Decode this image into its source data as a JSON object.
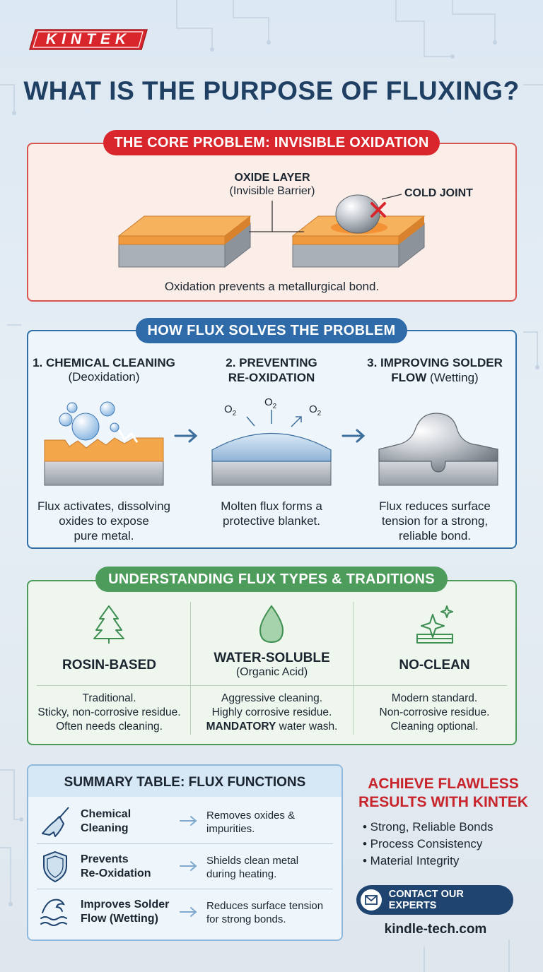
{
  "brand": {
    "logo_text": "KINTEK",
    "accent": "#d8262c",
    "navy": "#1f3f63"
  },
  "title": "WHAT IS THE PURPOSE OF FLUXING?",
  "core_problem": {
    "heading": "THE CORE PROBLEM: INVISIBLE OXIDATION",
    "oxide_label": "OXIDE LAYER",
    "oxide_sub": "(Invisible Barrier)",
    "cold_joint": "COLD JOINT",
    "caption": "Oxidation prevents a metallurgical bond."
  },
  "solution": {
    "heading": "HOW FLUX SOLVES THE PROBLEM",
    "steps": [
      {
        "title_l1": "1. CHEMICAL CLEANING",
        "title_l2": "(Deoxidation)",
        "desc_l1": "Flux activates, dissolving",
        "desc_l2": "oxides to expose",
        "desc_l3": "pure metal."
      },
      {
        "title_l1": "2. PREVENTING",
        "title_l2": "RE-OXIDATION",
        "desc_l1": "Molten flux forms a",
        "desc_l2": "protective blanket."
      },
      {
        "title_l1": "3. IMPROVING SOLDER",
        "title_l2_bold": "FLOW",
        "title_l2_reg": " (Wetting)",
        "desc_l1": "Flux reduces surface",
        "desc_l2": "tension for a strong,",
        "desc_l3": "reliable bond."
      }
    ],
    "o2": "O",
    "o2_sub": "2"
  },
  "types": {
    "heading": "UNDERSTANDING FLUX TYPES & TRADITIONS",
    "items": [
      {
        "name": "ROSIN-BASED",
        "icon": "pine-tree-icon",
        "d1": "Traditional.",
        "d2": "Sticky, non-corrosive residue.",
        "d3": "Often needs cleaning."
      },
      {
        "name": "WATER-SOLUBLE",
        "sub": "(Organic Acid)",
        "icon": "water-drop-icon",
        "d1": "Aggressive cleaning.",
        "d2": "Highly corrosive residue.",
        "d3_bold": "MANDATORY",
        "d3_reg": " water wash."
      },
      {
        "name": "NO-CLEAN",
        "icon": "sparkle-surface-icon",
        "d1": "Modern standard.",
        "d2": "Non-corrosive residue.",
        "d3": "Cleaning optional."
      }
    ]
  },
  "summary": {
    "heading": "SUMMARY TABLE: FLUX FUNCTIONS",
    "rows": [
      {
        "icon": "brush-icon",
        "fn_l1": "Chemical",
        "fn_l2": "Cleaning",
        "res_l1": "Removes oxides &",
        "res_l2": "impurities."
      },
      {
        "icon": "shield-icon",
        "fn_l1": "Prevents",
        "fn_l2": "Re-Oxidation",
        "res_l1": "Shields clean metal",
        "res_l2": "during heating."
      },
      {
        "icon": "wave-icon",
        "fn_l1": "Improves Solder",
        "fn_l2": "Flow (Wetting)",
        "res_l1": "Reduces surface tension",
        "res_l2": "for strong bonds."
      }
    ]
  },
  "cta": {
    "title_l1": "ACHIEVE FLAWLESS",
    "title_l2": "RESULTS WITH KINTEK",
    "bullets": [
      "• Strong, Reliable Bonds",
      "• Process Consistency",
      "• Material Integrity"
    ],
    "button": "CONTACT OUR EXPERTS",
    "site": "kindle-tech.com"
  }
}
